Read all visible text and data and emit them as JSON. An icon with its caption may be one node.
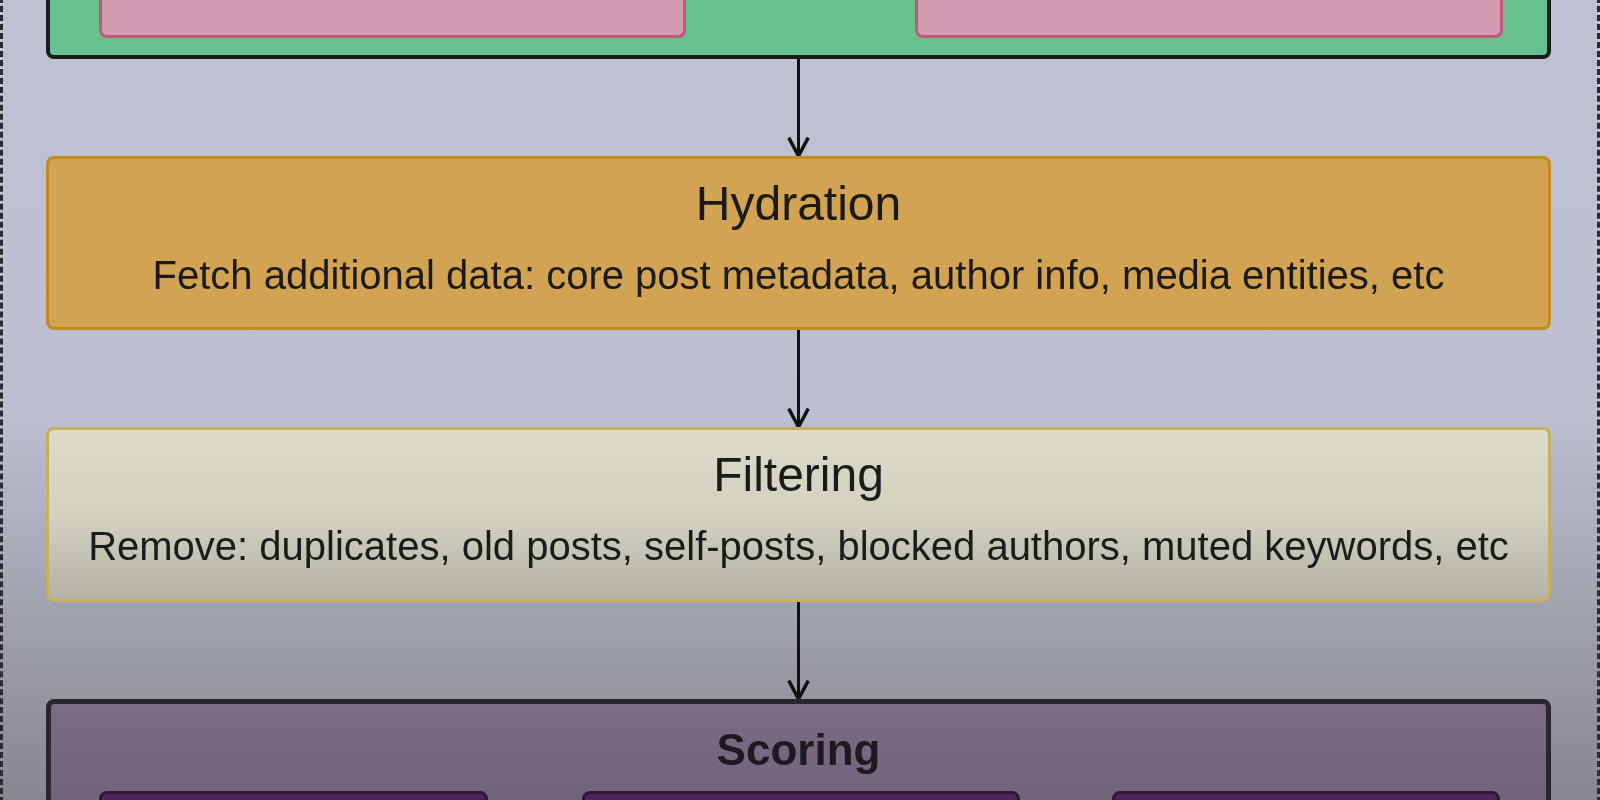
{
  "diagram": {
    "nodes": [
      {
        "text": [],
        "shape": "box"
      },
      {
        "text": [],
        "shape": "box",
        "in": 0
      },
      {
        "text": [],
        "shape": "box",
        "in": 0
      },
      {
        "text": [
          "Hydration",
          "Fetch additional data: core post metadata, author info, media entities, etc"
        ]
      },
      {
        "text": [
          "Filtering",
          "Remove: duplicates, old posts, self-posts, blocked authors, muted keywords, etc"
        ]
      },
      {
        "text": [
          "Scoring"
        ]
      },
      {
        "text": [],
        "shape": "box",
        "in": 5
      },
      {
        "text": [],
        "shape": "box",
        "in": 5
      },
      {
        "text": [],
        "shape": "box",
        "in": 5
      }
    ],
    "edges": [
      {
        "from": 0,
        "to": 3,
        "arrow": "to"
      },
      {
        "from": 3,
        "to": 4,
        "arrow": "to"
      },
      {
        "from": 4,
        "to": 5,
        "arrow": "to"
      }
    ]
  }
}
